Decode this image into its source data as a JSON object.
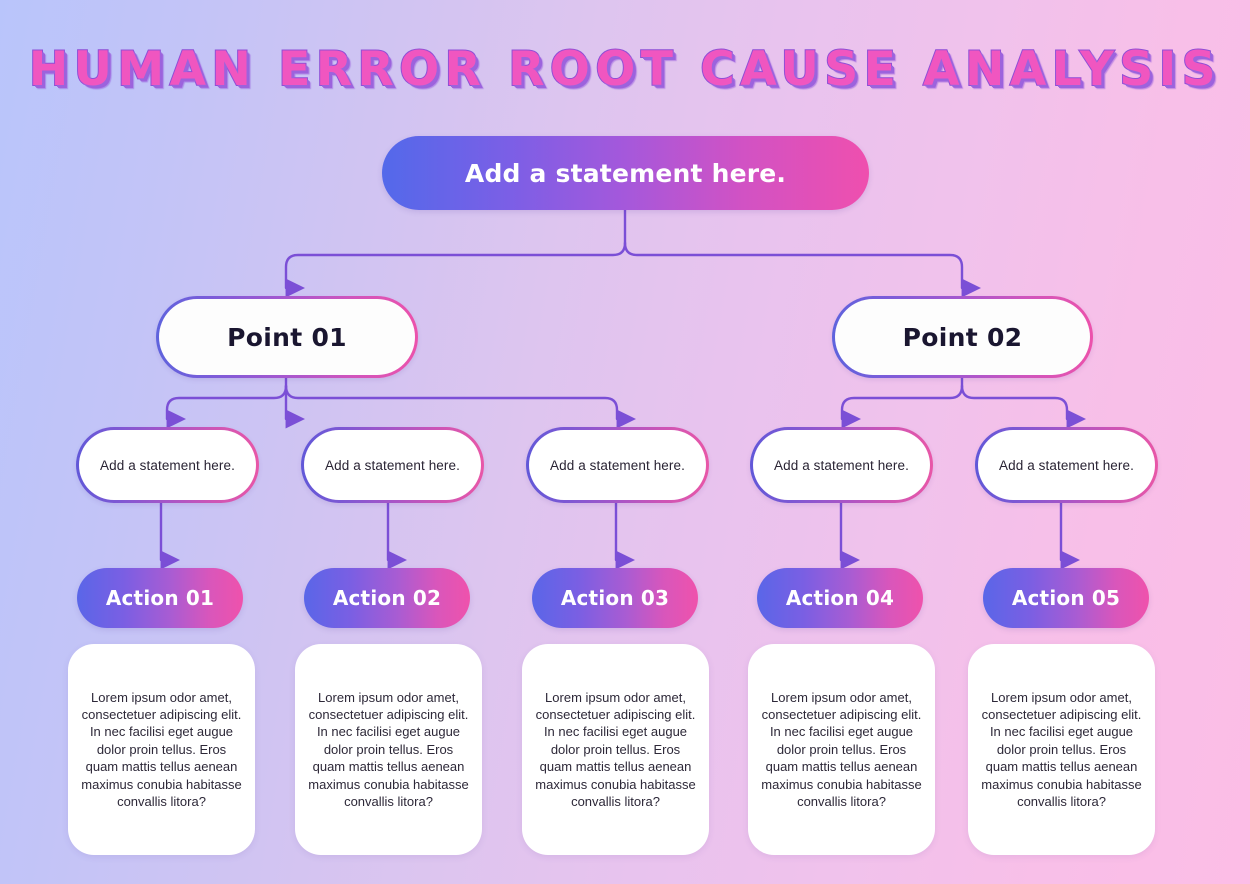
{
  "page": {
    "title": "HUMAN ERROR ROOT CAUSE ANALYSIS",
    "background_left_color": "#b9c5fb",
    "background_right_color": "#fcbde6",
    "accent_blue": "#5a66e8",
    "accent_pink": "#ef52ac",
    "connector_color": "#7b4fd6"
  },
  "banner": {
    "label": "Add a statement here."
  },
  "points": [
    {
      "label": "Point 01"
    },
    {
      "label": "Point 02"
    }
  ],
  "statements": [
    {
      "label": "Add a statement here."
    },
    {
      "label": "Add a statement here."
    },
    {
      "label": "Add a statement here."
    },
    {
      "label": "Add a statement here."
    },
    {
      "label": "Add a statement here."
    }
  ],
  "actions": [
    {
      "label": "Action 01"
    },
    {
      "label": "Action 02"
    },
    {
      "label": "Action 03"
    },
    {
      "label": "Action 04"
    },
    {
      "label": "Action 05"
    }
  ],
  "cards": [
    {
      "text": "Lorem ipsum odor amet, consectetuer adipiscing elit. In nec facilisi eget augue dolor proin tellus. Eros quam mattis tellus aenean maximus conubia habitasse convallis litora?"
    },
    {
      "text": "Lorem ipsum odor amet, consectetuer adipiscing elit. In nec facilisi eget augue dolor proin tellus. Eros quam mattis tellus aenean maximus conubia habitasse convallis litora?"
    },
    {
      "text": "Lorem ipsum odor amet, consectetuer adipiscing elit. In nec facilisi eget augue dolor proin tellus. Eros quam mattis tellus aenean maximus conubia habitasse convallis litora?"
    },
    {
      "text": "Lorem ipsum odor amet, consectetuer adipiscing elit. In nec facilisi eget augue dolor proin tellus. Eros quam mattis tellus aenean maximus conubia habitasse convallis litora?"
    },
    {
      "text": "Lorem ipsum odor amet, consectetuer adipiscing elit. In nec facilisi eget augue dolor proin tellus. Eros quam mattis tellus aenean maximus conubia habitasse convallis litora?"
    }
  ]
}
